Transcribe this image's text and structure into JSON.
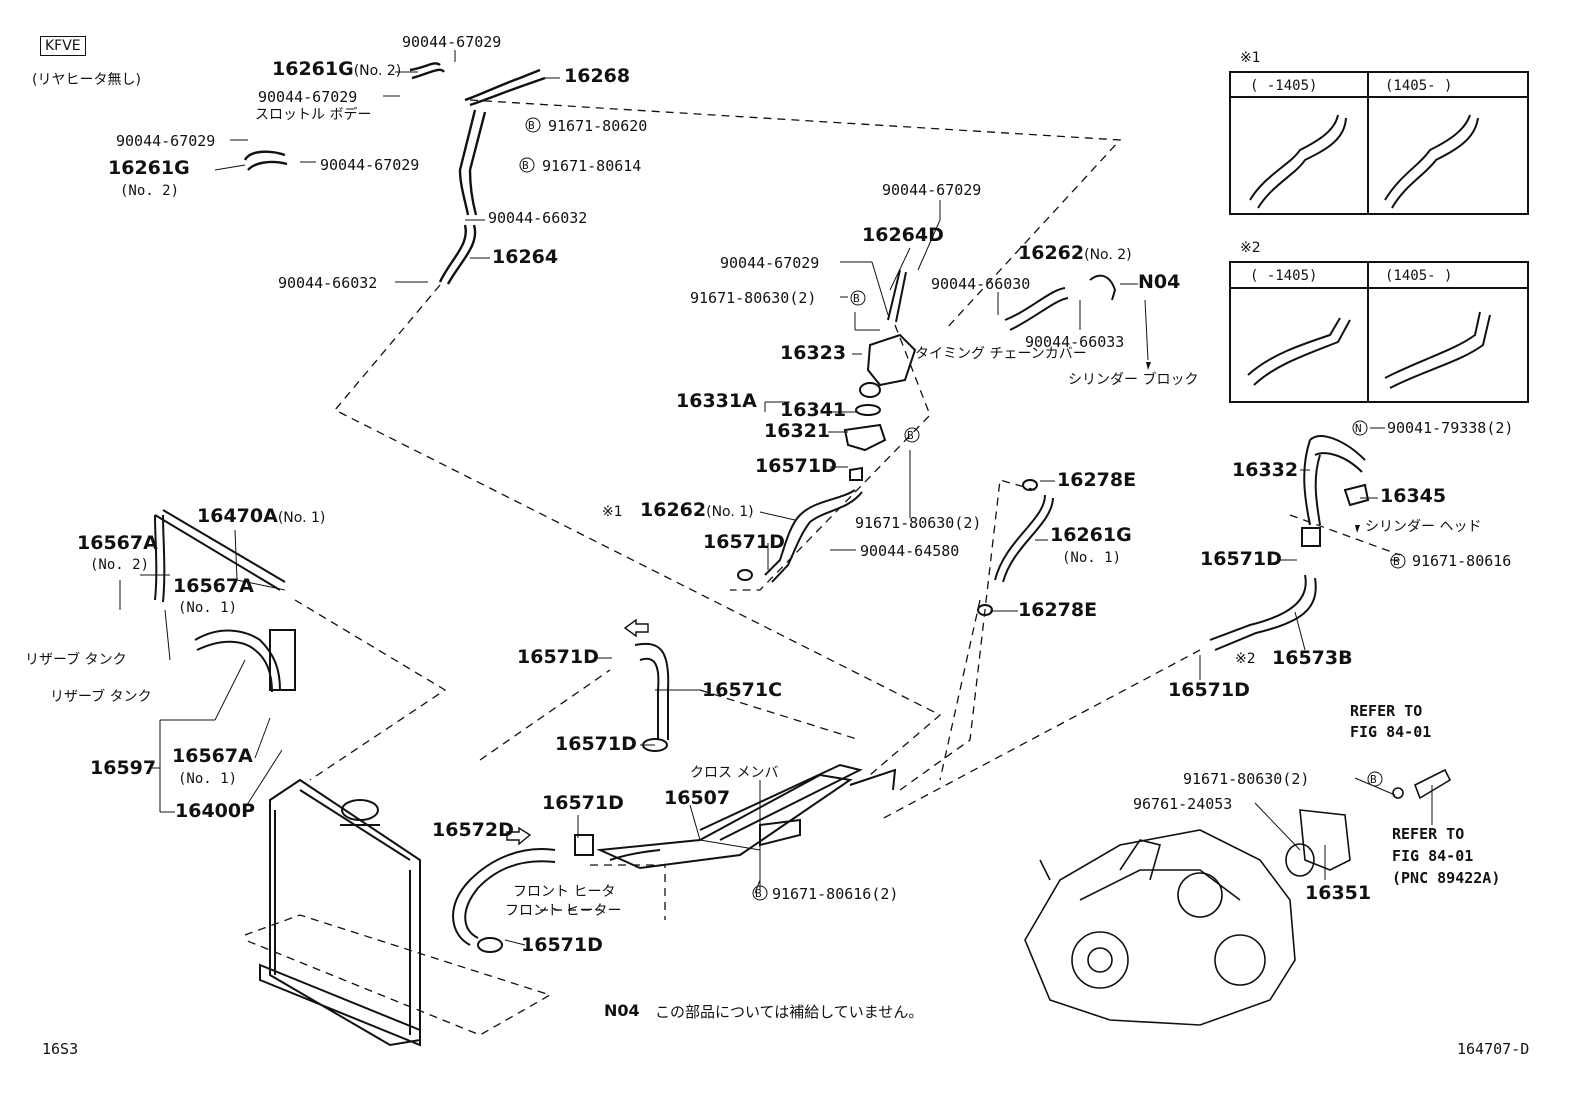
{
  "engine_code": "KFVE",
  "engine_note": "(リヤヒータ無し)",
  "part_numbers": {
    "p16268": "16268",
    "p16261G_no2_top": "16261G",
    "p16261G_no2_top_suffix": "(No. 2)",
    "p16261G_no2_left": "16261G",
    "p16261G_no2_left_suffix": "(No. 2)",
    "p16264": "16264",
    "p16264D": "16264D",
    "p16262_no2": "16262",
    "p16262_no2_suffix": "(No. 2)",
    "p16323": "16323",
    "p16331A": "16331A",
    "p16341": "16341",
    "p16321": "16321",
    "p16571D_a": "16571D",
    "p16262_no1": "16262",
    "p16262_no1_suffix": "(No. 1)",
    "p16571D_b": "16571D",
    "p16278E_a": "16278E",
    "p16261G_no1": "16261G",
    "p16261G_no1_suffix": "(No. 1)",
    "p16278E_b": "16278E",
    "p16332": "16332",
    "p16345": "16345",
    "p16571D_c": "16571D",
    "p16573B": "16573B",
    "p16571D_d": "16571D",
    "p16470A": "16470A",
    "p16470A_suffix": "(No. 1)",
    "p16567A_no2": "16567A",
    "p16567A_no2_suffix": "(No. 2)",
    "p16567A_no1_a": "16567A",
    "p16567A_no1_a_suffix": "(No. 1)",
    "p16597": "16597",
    "p16567A_no1_b": "16567A",
    "p16567A_no1_b_suffix": "(No. 1)",
    "p16400P": "16400P",
    "p16571D_e": "16571D",
    "p16571C": "16571C",
    "p16571D_f": "16571D",
    "p16571D_g": "16571D",
    "p16507": "16507",
    "p16572D": "16572D",
    "p16571D_h": "16571D",
    "p16351": "16351",
    "NO4": "N04"
  },
  "fasteners": {
    "f90044_67029_top": "90044-67029",
    "f90044_67029_mid": "90044-67029",
    "f90044_67029_left": "90044-67029",
    "f90044_67029_right": "90044-67029",
    "f91671_80620": "91671-80620",
    "f91671_80614": "91671-80614",
    "f90044_66032_a": "90044-66032",
    "f90044_66032_b": "90044-66032",
    "f90044_67029_c": "90044-67029",
    "f90044_67029_d": "90044-67029",
    "f91671_80630_2_a": "91671-80630(2)",
    "f90044_66030": "90044-66030",
    "f90044_66033": "90044-66033",
    "f91671_80630_2_b": "91671-80630(2)",
    "f90044_64580": "90044-64580",
    "f90041_79338_2": "90041-79338(2)",
    "f91671_80616": "91671-80616",
    "f91671_80616_2": "91671-80616(2)",
    "f91671_80630_2_c": "91671-80630(2)",
    "f96761_24053": "96761-24053"
  },
  "notes": {
    "throttle_body": "スロットル ボデー",
    "timing_chain_cover": "タイミング チェーンカバー",
    "cylinder_block": "シリンダー ブロック",
    "cylinder_head": "シリンダー ヘッド",
    "reserve_tank_1": "リザーブ タンク",
    "reserve_tank_2": "リザーブ タンク",
    "cross_member": "クロス メンバ",
    "front_heater_1": "フロント ヒータ",
    "front_heater_2": "フロント ヒーター",
    "refer_to_1a": "REFER TO",
    "refer_to_1b": "FIG 84-01",
    "refer_to_2a": "REFER TO",
    "refer_to_2b": "FIG 84-01",
    "refer_to_2c": "(PNC 89422A)",
    "no4_note": "この部品については補給していません。",
    "mark_1": "※1",
    "mark_2": "※2",
    "mark_1_inline": "※1",
    "mark_2_inline": "※2",
    "b_mark": "B",
    "n_mark": "N"
  },
  "inset_tables": [
    {
      "mark": "※1",
      "col1": "(    -1405)",
      "col2": "(1405-     )"
    },
    {
      "mark": "※2",
      "col1": "(    -1405)",
      "col2": "(1405-     )"
    }
  ],
  "footer": {
    "left_code": "16S3",
    "right_code": "164707-D"
  }
}
